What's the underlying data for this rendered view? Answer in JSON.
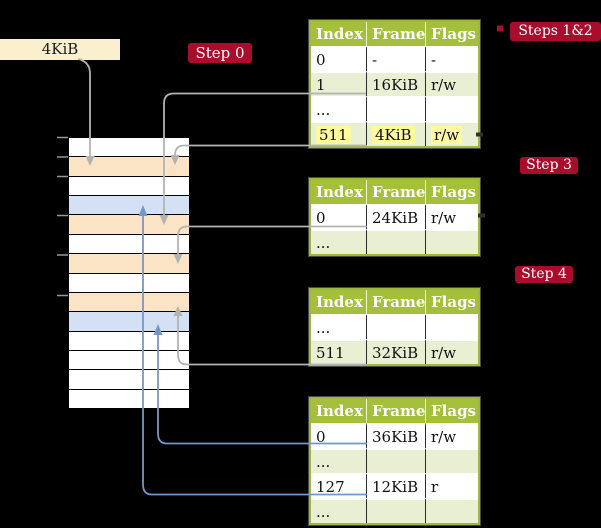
{
  "page": {
    "background": "#000000"
  },
  "frame_label": {
    "text": "4KiB"
  },
  "badges": {
    "step0": "Step 0",
    "steps12": "Steps 1&2",
    "step3": "Step 3",
    "step4": "Step 4"
  },
  "memory_column": {
    "rows": [
      "white",
      "peach",
      "white",
      "blue",
      "peach",
      "white",
      "peach",
      "white",
      "peach",
      "blue",
      "white",
      "white",
      "white",
      "white"
    ],
    "palette": {
      "white": "#ffffff",
      "peach": "#fbe3c5",
      "blue": "#d4e1f4"
    }
  },
  "tables": {
    "t1": {
      "headers": [
        "Index",
        "Frame",
        "Flags"
      ],
      "rows": [
        {
          "index": "0",
          "frame": "-",
          "flags": "-"
        },
        {
          "index": "1",
          "frame": "16KiB",
          "flags": "r/w"
        },
        {
          "index": "...",
          "frame": "",
          "flags": ""
        },
        {
          "index": "511",
          "frame": "4KiB",
          "flags": "r/w"
        }
      ],
      "highlighted_row": 3
    },
    "t2": {
      "headers": [
        "Index",
        "Frame",
        "Flags"
      ],
      "rows": [
        {
          "index": "0",
          "frame": "24KiB",
          "flags": "r/w"
        },
        {
          "index": "...",
          "frame": "",
          "flags": ""
        }
      ]
    },
    "t3": {
      "headers": [
        "Index",
        "Frame",
        "Flags"
      ],
      "rows": [
        {
          "index": "...",
          "frame": "",
          "flags": ""
        },
        {
          "index": "511",
          "frame": "32KiB",
          "flags": "r/w"
        }
      ]
    },
    "t4": {
      "headers": [
        "Index",
        "Frame",
        "Flags"
      ],
      "rows": [
        {
          "index": "0",
          "frame": "36KiB",
          "flags": "r/w"
        },
        {
          "index": "...",
          "frame": "",
          "flags": ""
        },
        {
          "index": "127",
          "frame": "12KiB",
          "flags": "r"
        },
        {
          "index": "...",
          "frame": "",
          "flags": ""
        }
      ]
    }
  },
  "colors": {
    "badge": "#a90d2b",
    "table_header_bg": "#a4c03a",
    "table_alt_row_bg": "#e9efd3",
    "table_border": "#9eb838",
    "highlight_yellow": "#fff9a0",
    "label_bg": "#faf0ce",
    "arrow_gray": "#b3b3b3",
    "arrow_blue": "#7796c7",
    "memory_peach": "#fbe3c5",
    "memory_blue": "#d4e1f4"
  }
}
